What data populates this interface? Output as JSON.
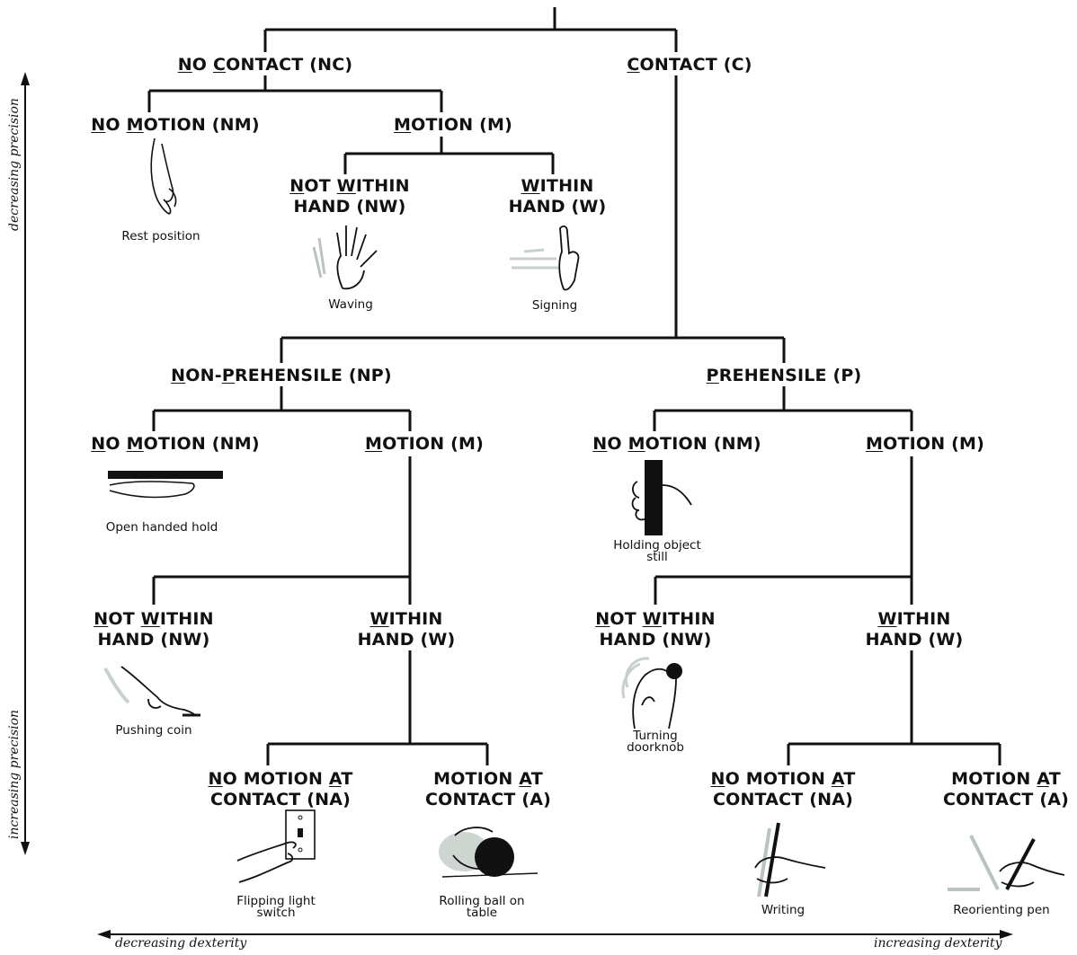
{
  "nodes": {
    "nc": {
      "label": "NO CONTACT (NC)"
    },
    "c": {
      "label": "CONTACT (C)"
    },
    "nc_nm": {
      "label": "NO MOTION (NM)"
    },
    "nc_m": {
      "label": "MOTION (M)"
    },
    "nc_m_nw": {
      "line1": "NOT WITHIN",
      "line2": "HAND (NW)"
    },
    "nc_m_w": {
      "line1": "WITHIN",
      "line2": "HAND (W)"
    },
    "np": {
      "label": "NON-PREHENSILE (NP)"
    },
    "p": {
      "label": "PREHENSILE (P)"
    },
    "np_nm": {
      "label": "NO MOTION (NM)"
    },
    "np_m": {
      "label": "MOTION (M)"
    },
    "p_nm": {
      "label": "NO MOTION (NM)"
    },
    "p_m": {
      "label": "MOTION (M)"
    },
    "np_m_nw": {
      "line1": "NOT WITHIN",
      "line2": "HAND (NW)"
    },
    "np_m_w": {
      "line1": "WITHIN",
      "line2": "HAND (W)"
    },
    "p_m_nw": {
      "line1": "NOT WITHIN",
      "line2": "HAND (NW)"
    },
    "p_m_w": {
      "line1": "WITHIN",
      "line2": "HAND (W)"
    },
    "np_m_w_na": {
      "line1": "NO MOTION AT",
      "line2": "CONTACT (NA)"
    },
    "np_m_w_a": {
      "line1": "MOTION AT",
      "line2": "CONTACT (A)"
    },
    "p_m_w_na": {
      "line1": "NO MOTION AT",
      "line2": "CONTACT (NA)"
    },
    "p_m_w_a": {
      "line1": "MOTION AT",
      "line2": "CONTACT (A)"
    }
  },
  "captions": {
    "rest": "Rest position",
    "waving": "Waving",
    "signing": "Signing",
    "open_hold": "Open handed hold",
    "holding_1": "Holding object",
    "holding_2": "still",
    "pushing": "Pushing coin",
    "doorknob_1": "Turning",
    "doorknob_2": "doorknob",
    "light_1": "Flipping light",
    "light_2": "switch",
    "rolling_1": "Rolling ball on",
    "rolling_2": "table",
    "writing": "Writing",
    "pen": "Reorienting pen"
  },
  "axes": {
    "vertical_top": "decreasing precision",
    "vertical_bottom": "increasing precision",
    "horizontal_left": "decreasing dexterity",
    "horizontal_right": "increasing dexterity"
  },
  "colors": {
    "ink": "#111111",
    "shadow": "#b9c3bf"
  }
}
